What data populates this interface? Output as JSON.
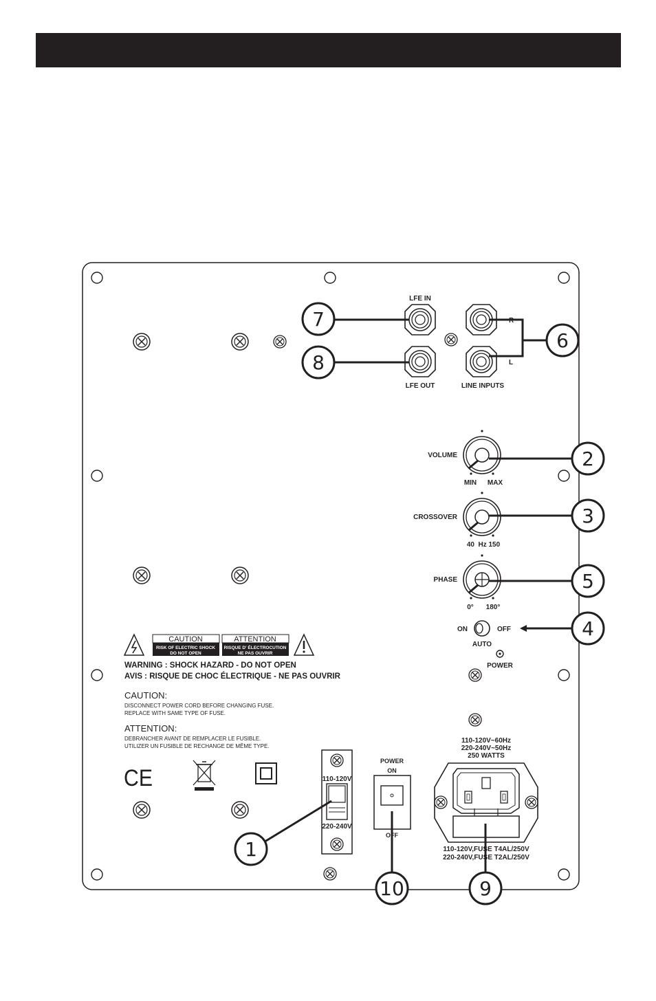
{
  "panel": {
    "inputs": {
      "lfe_in": "LFE IN",
      "lfe_out": "LFE OUT",
      "line_inputs": "LINE INPUTS",
      "right": "R",
      "left": "L"
    },
    "controls": {
      "volume": "VOLUME",
      "volume_min": "MIN",
      "volume_max": "MAX",
      "crossover": "CROSSOVER",
      "crossover_scale": "40  Hz 150",
      "phase": "PHASE",
      "phase_min": "0°",
      "phase_max": "180°",
      "on": "ON",
      "off": "OFF",
      "auto": "AUTO",
      "power": "POWER"
    },
    "warnings": {
      "caution_label": "CAUTION",
      "caution_sub1": "RISK OF ELECTRIC SHOCK",
      "caution_sub2": "DO NOT OPEN",
      "attention_label": "ATTENTION",
      "attention_sub1": "RISQUE D' ÉLECTROCUTION",
      "attention_sub2": "NE PAS OUVRIR",
      "warning_line": "WARNING : SHOCK HAZARD - DO NOT OPEN",
      "avis_line": "AVIS : RISQUE DE CHOC ÉLECTRIQUE - NE PAS OUVRIR",
      "caution_title": "CAUTION:",
      "caution_text1": "DISCONNECT POWER CORD BEFORE CHANGING FUSE.",
      "caution_text2": "REPLACE WITH SAME TYPE OF FUSE.",
      "attention_title": "ATTENTION:",
      "attention_text1": "DEBRANCHER AVANT DE REMPLACER LE FUSIBLE.",
      "attention_text2": "UTILIZER UN FUSIBLE DE RECHANGE DE MÊME TYPE."
    },
    "marks": {
      "ce": "CE"
    },
    "voltage": {
      "v110": "110-120V",
      "v220": "220-240V"
    },
    "power_switch": {
      "power": "POWER",
      "on": "ON",
      "off": "OFF"
    },
    "ac_input": {
      "rating1": "110-120V~60Hz",
      "rating2": "220-240V~50Hz",
      "rating3": "250 WATTS",
      "fuse1": "110-120V,FUSE T4AL/250V",
      "fuse2": "220-240V,FUSE T2AL/250V"
    }
  },
  "callouts": [
    "1",
    "2",
    "3",
    "4",
    "5",
    "6",
    "7",
    "8",
    "9",
    "10"
  ]
}
